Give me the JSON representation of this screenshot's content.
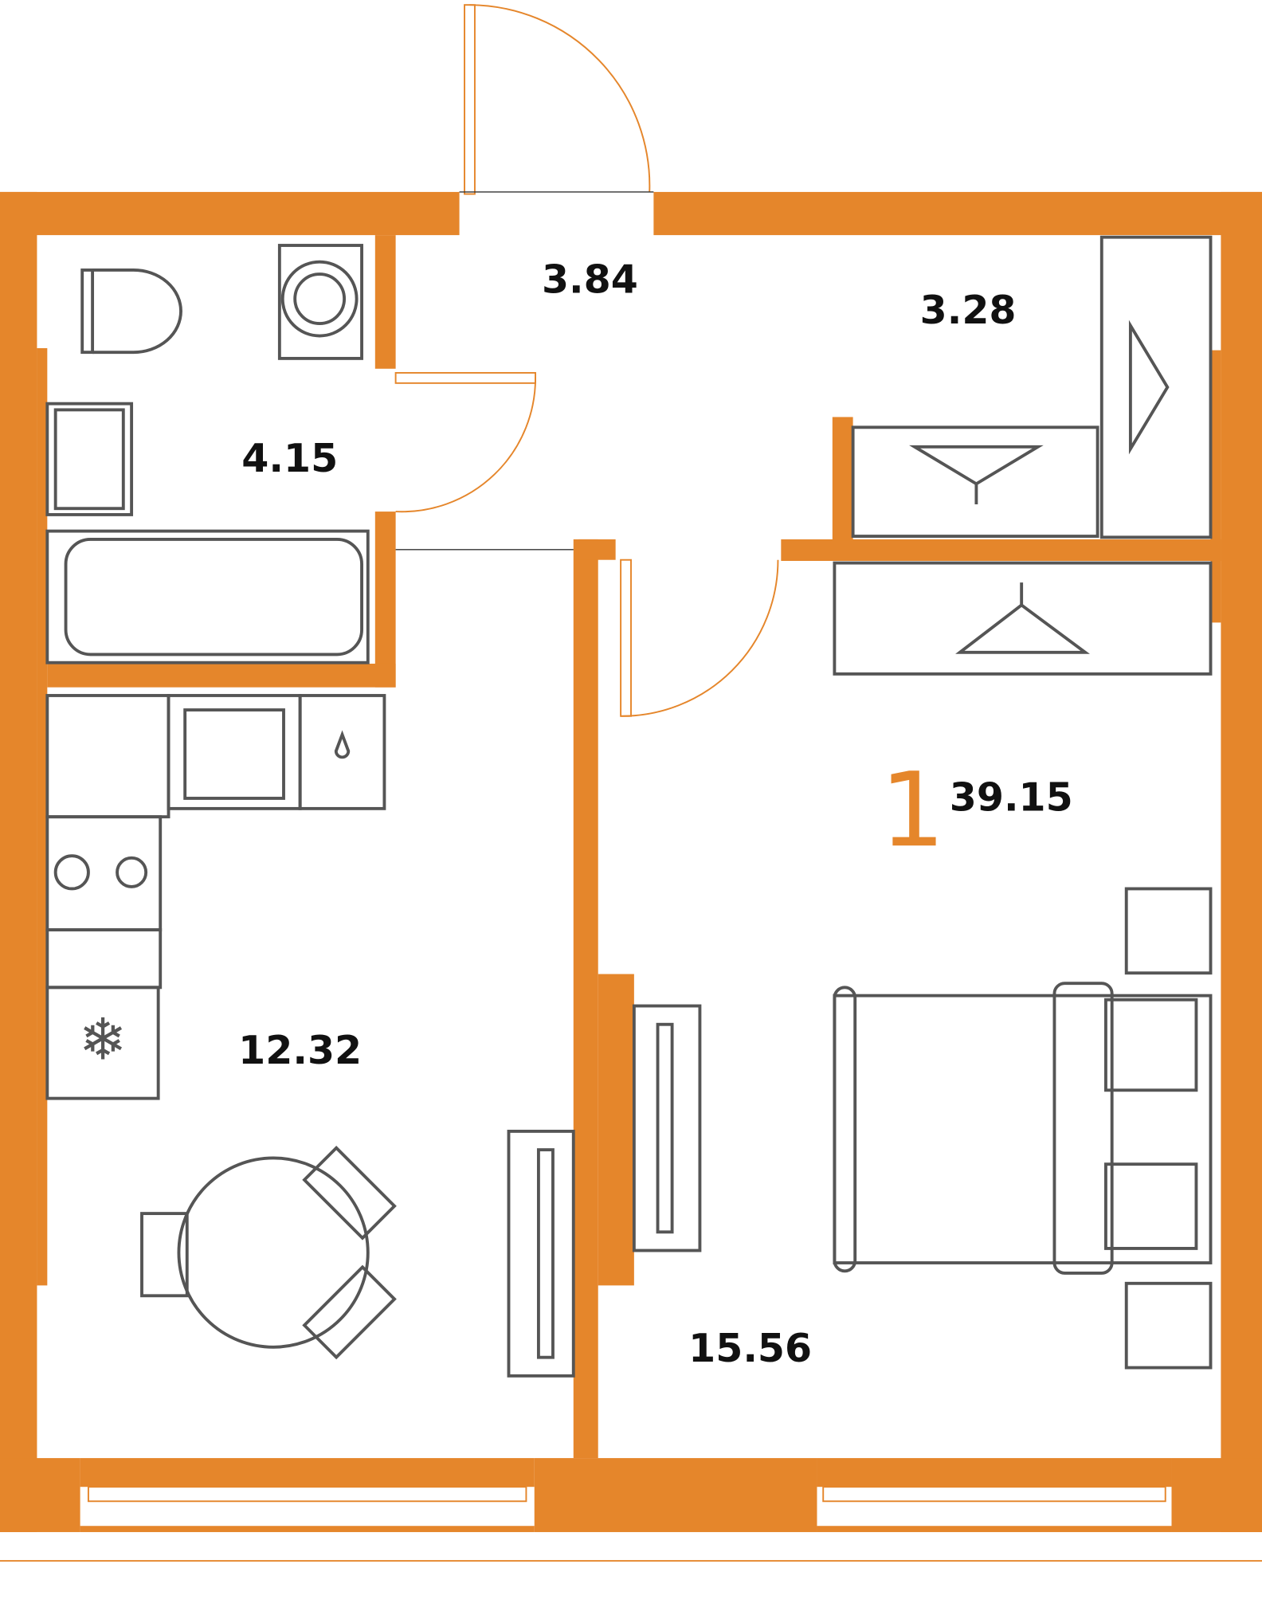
{
  "plan": {
    "rooms_count": "1",
    "total_area": "39.15",
    "rooms": [
      {
        "name": "hall",
        "area": "3.84"
      },
      {
        "name": "wardrobe-corridor",
        "area": "3.28"
      },
      {
        "name": "bathroom",
        "area": "4.15"
      },
      {
        "name": "kitchen",
        "area": "12.32"
      },
      {
        "name": "bedroom",
        "area": "15.56"
      }
    ],
    "accent_color": "#e5862b"
  }
}
